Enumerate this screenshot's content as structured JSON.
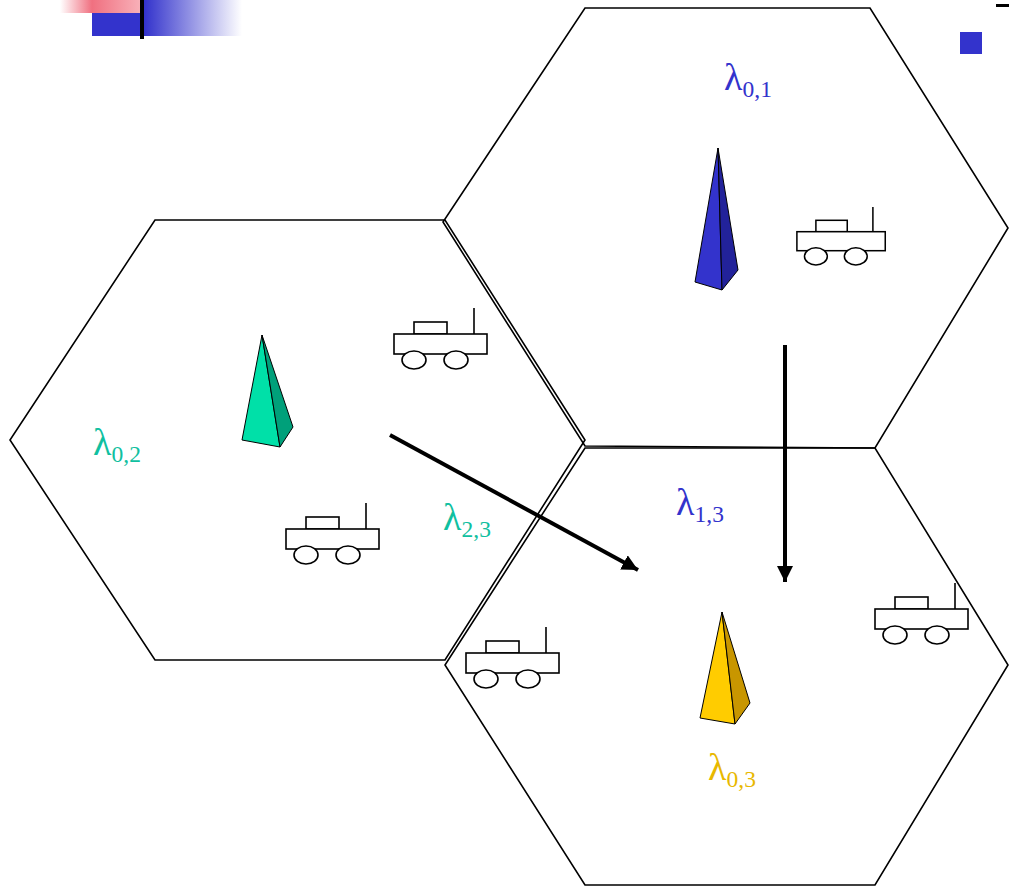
{
  "diagram": {
    "nodes": [
      {
        "text": [
          "λ0,1"
        ]
      },
      {
        "text": [
          "λ0,2",
          "λ2,3"
        ]
      },
      {
        "text": [
          "λ1,3",
          "λ0,3"
        ]
      }
    ],
    "edges": [
      {
        "from": 1,
        "to": 2,
        "arrow": "to"
      },
      {
        "from": 0,
        "to": 2,
        "arrow": "to"
      }
    ]
  }
}
